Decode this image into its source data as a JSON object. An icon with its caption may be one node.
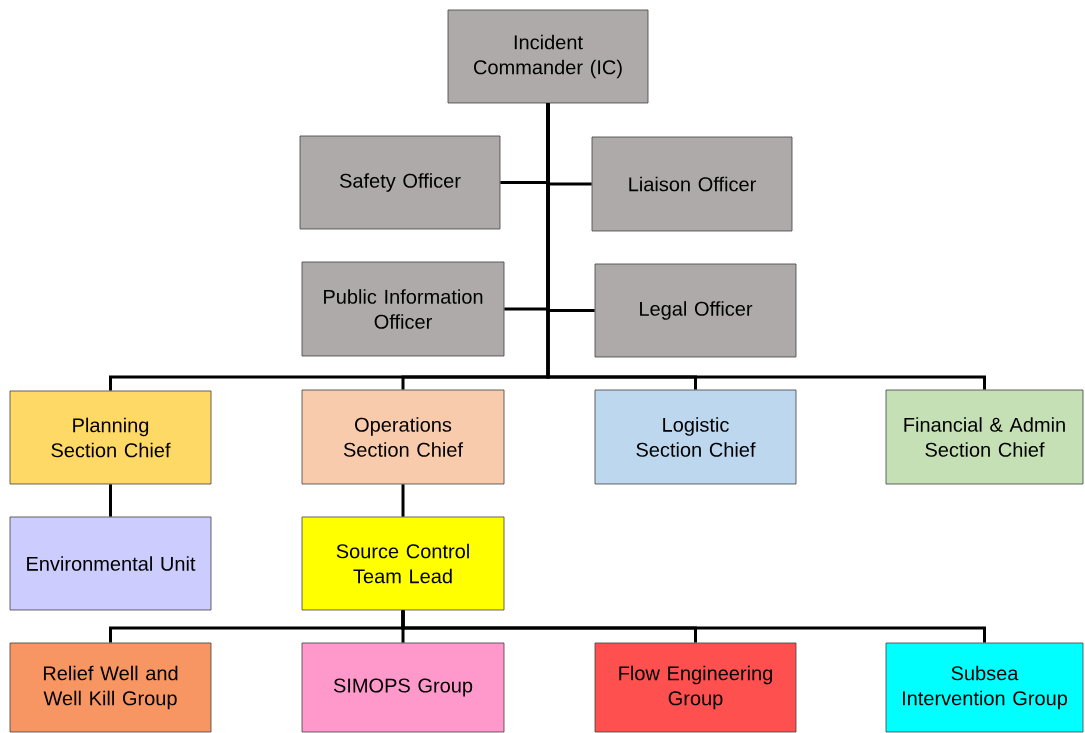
{
  "diagram": {
    "nodes": [
      {
        "text": [
          "Incident Commander (IC)"
        ]
      },
      {
        "text": [
          "Safety Officer"
        ]
      },
      {
        "text": [
          "Liaison Officer"
        ]
      },
      {
        "text": [
          "Public Information Officer"
        ]
      },
      {
        "text": [
          "Legal Officer"
        ]
      },
      {
        "text": [
          "Planning Section Chief"
        ]
      },
      {
        "text": [
          "Operations Section Chief"
        ]
      },
      {
        "text": [
          "Logistic Section Chief"
        ]
      },
      {
        "text": [
          "Financial & Admin Section Chief"
        ]
      },
      {
        "text": [
          "Environmental Unit"
        ]
      },
      {
        "text": [
          "Source Control Team Lead"
        ]
      },
      {
        "text": [
          "Relief Well and Well Kill Group"
        ]
      },
      {
        "text": [
          "SIMOPS Group"
        ]
      },
      {
        "text": [
          "Flow Engineering Group"
        ]
      },
      {
        "text": [
          "Subsea Intervention Group"
        ]
      }
    ],
    "edges": [
      {
        "from": 0,
        "to": 1,
        "arrow": "none"
      },
      {
        "from": 0,
        "to": 2,
        "arrow": "none"
      },
      {
        "from": 0,
        "to": 3,
        "arrow": "none"
      },
      {
        "from": 0,
        "to": 4,
        "arrow": "none"
      },
      {
        "from": 0,
        "to": 5,
        "arrow": "none"
      },
      {
        "from": 0,
        "to": 6,
        "arrow": "none"
      },
      {
        "from": 0,
        "to": 7,
        "arrow": "none"
      },
      {
        "from": 0,
        "to": 8,
        "arrow": "none"
      },
      {
        "from": 5,
        "to": 9,
        "arrow": "none"
      },
      {
        "from": 6,
        "to": 10,
        "arrow": "none"
      },
      {
        "from": 10,
        "to": 11,
        "arrow": "none"
      },
      {
        "from": 10,
        "to": 12,
        "arrow": "none"
      },
      {
        "from": 10,
        "to": 13,
        "arrow": "none"
      },
      {
        "from": 10,
        "to": 14,
        "arrow": "none"
      }
    ]
  }
}
